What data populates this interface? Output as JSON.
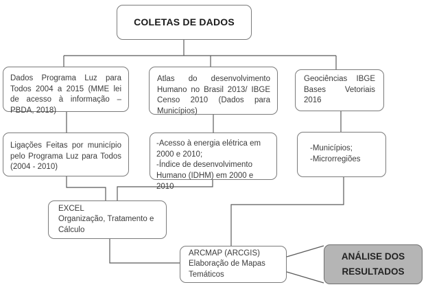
{
  "diagram": {
    "title_box": {
      "label": "COLETAS DE DADOS"
    },
    "sources": [
      {
        "text": "Dados Programa Luz para Todos 2004 a 2015 (MME lei de acesso à informação – PBDA, 2018)"
      },
      {
        "text": "Atlas do desenvolvimento Humano no Brasil 2013/ IBGE Censo 2010 (Dados para Municípios)"
      },
      {
        "text": "Geociências IBGE Bases Vetoriais 2016"
      }
    ],
    "details": [
      {
        "text": "Ligações Feitas por município pelo Programa Luz para Todos (2004 - 2010)"
      },
      {
        "lines": [
          "-Acesso à energia elétrica em 2000 e 2010;",
          "-Índice de desenvolvimento Humano (IDHM) em 2000 e 2010"
        ]
      },
      {
        "lines": [
          "-Municípios;",
          "-Microrregiões"
        ]
      }
    ],
    "excel": {
      "title": "EXCEL",
      "subtitle": "Organização, Tratamento e Cálculo"
    },
    "arcmap": {
      "title": "ARCMAP (ARCGIS)",
      "subtitle": "Elaboração de Mapas Temáticos"
    },
    "result": {
      "label": "ANÁLISE DOS RESULTADOS"
    },
    "colors": {
      "box_border": "#7a7a7a",
      "line": "#595959",
      "text": "#3b3b3b",
      "result_fill": "#b5b5b5",
      "box_fill": "#ffffff"
    }
  }
}
